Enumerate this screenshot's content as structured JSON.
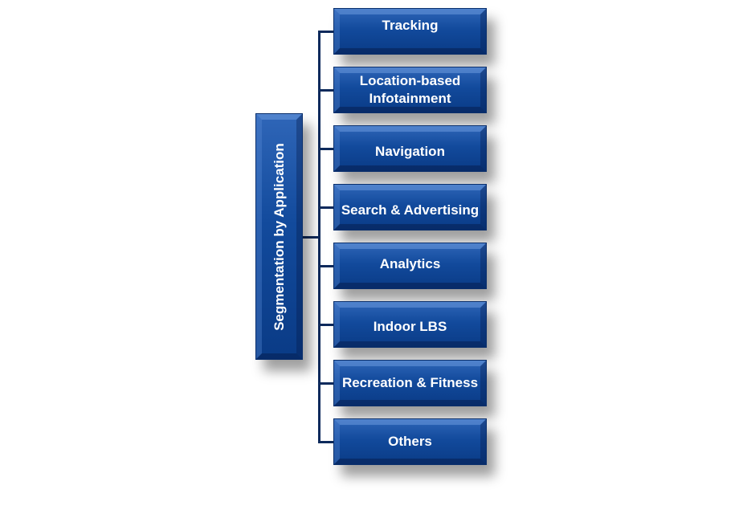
{
  "root": {
    "label": "Segmentation by Application"
  },
  "children": [
    {
      "label": "Tracking"
    },
    {
      "label": "Location-based Infotainment"
    },
    {
      "label": "Navigation"
    },
    {
      "label": "Search & Advertising"
    },
    {
      "label": "Analytics"
    },
    {
      "label": "Indoor LBS"
    },
    {
      "label": "Recreation & Fitness"
    },
    {
      "label": "Others"
    }
  ],
  "colors": {
    "box": "#124a9c",
    "connector": "#0d2a5c",
    "text": "#ffffff"
  }
}
